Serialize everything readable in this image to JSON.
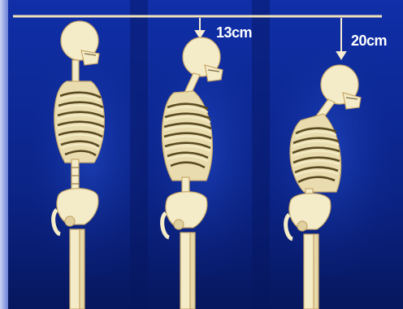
{
  "measurements": {
    "first_drop_label": "13cm",
    "second_drop_label": "20cm"
  },
  "colors": {
    "background_top": "#0d2a9a",
    "background_bottom": "#061660",
    "bone": "#f4ecc8",
    "bone_shadow": "#c8a86a",
    "reference_line": "#f2e2b8"
  },
  "figures": [
    {
      "posture": "upright"
    },
    {
      "posture": "moderate-stoop"
    },
    {
      "posture": "severe-stoop"
    }
  ]
}
